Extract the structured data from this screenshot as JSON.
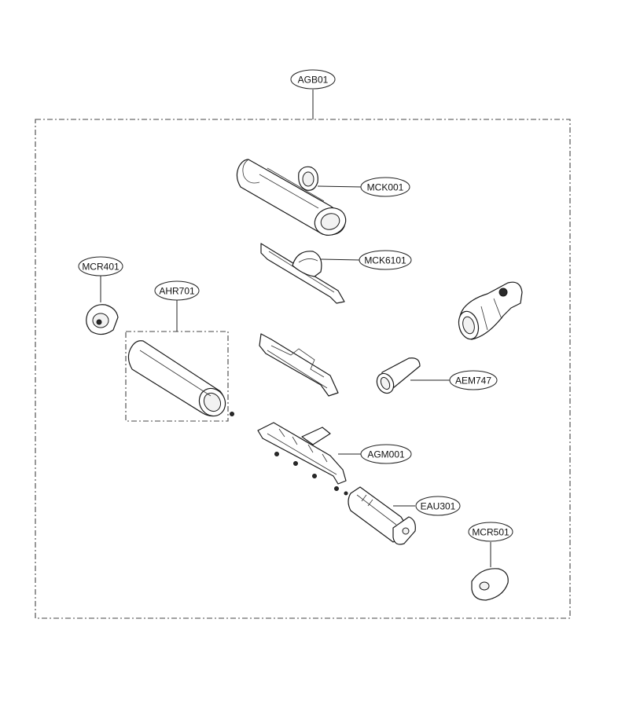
{
  "labels": {
    "AGB01": "AGB01",
    "MCK001": "MCK001",
    "MCK6101": "MCK6101",
    "MCR401": "MCR401",
    "AHR701": "AHR701",
    "AEM747": "AEM747",
    "AGM001": "AGM001",
    "EAU301": "EAU301",
    "MCR501": "MCR501"
  }
}
